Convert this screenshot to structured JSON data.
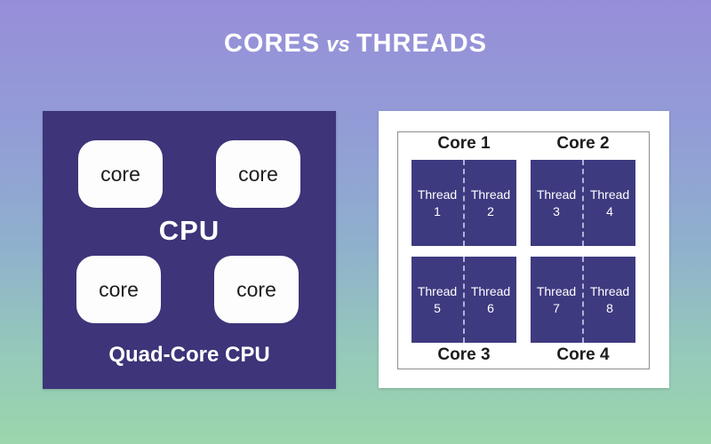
{
  "title": {
    "word1": "CORES",
    "separator": "vs",
    "word2": "THREADS"
  },
  "left_panel": {
    "chip_label": "CPU",
    "type_label": "Quad-Core CPU",
    "cores": [
      {
        "label": "core"
      },
      {
        "label": "core"
      },
      {
        "label": "core"
      },
      {
        "label": "core"
      }
    ]
  },
  "right_panel": {
    "cores": [
      {
        "label": "Core 1",
        "threads": [
          {
            "word": "Thread",
            "number": "1"
          },
          {
            "word": "Thread",
            "number": "2"
          }
        ]
      },
      {
        "label": "Core 2",
        "threads": [
          {
            "word": "Thread",
            "number": "3"
          },
          {
            "word": "Thread",
            "number": "4"
          }
        ]
      },
      {
        "label": "Core 3",
        "threads": [
          {
            "word": "Thread",
            "number": "5"
          },
          {
            "word": "Thread",
            "number": "6"
          }
        ]
      },
      {
        "label": "Core 4",
        "threads": [
          {
            "word": "Thread",
            "number": "7"
          },
          {
            "word": "Thread",
            "number": "8"
          }
        ]
      }
    ]
  },
  "colors": {
    "background_top": "#978ed9",
    "background_mid": "#8fb0cd",
    "background_bottom": "#9bd6ad",
    "chip_background": "#3d3479",
    "thread_block_background": "#3e3a80",
    "panel_background": "#ffffff",
    "title_text": "#ffffff",
    "dark_text": "#1c1c1c"
  }
}
